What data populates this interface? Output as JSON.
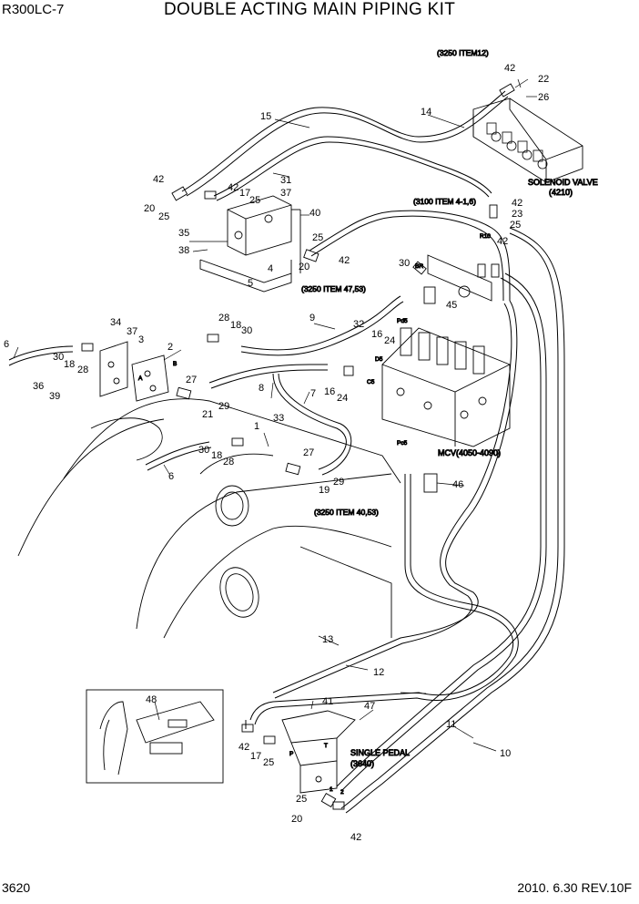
{
  "header": {
    "model": "R300LC-7",
    "title": "DOUBLE ACTING MAIN PIPING KIT"
  },
  "footer": {
    "page_number": "3620",
    "revision": "2010. 6.30  REV.10F"
  },
  "references": {
    "ref_3250_item12": "(3250 ITEM12)",
    "ref_3100_item4_1_6": "(3100 ITEM 4-1,6)",
    "ref_3250_item47_53": "(3250 ITEM 47,53)",
    "ref_3250_item40_53": "(3250 ITEM 40,53)"
  },
  "components": {
    "solenoid_valve": "SOLENOID VALVE",
    "solenoid_valve_no": "(4210)",
    "mcv": "MCV(4050-4090)",
    "single_pedal": "SINGLE PEDAL",
    "single_pedal_no": "(3640)"
  },
  "ports": {
    "r10": "R10",
    "br": "BR",
    "pd5": "Pd5",
    "d5": "D5",
    "c5": "C5",
    "pc5": "Pc5",
    "a": "A",
    "b": "B",
    "p": "P",
    "t": "T",
    "one": "1",
    "two": "2"
  },
  "part_labels": {
    "p1": "1",
    "p2": "2",
    "p3": "3",
    "p5": "5",
    "p6a": "6",
    "p6b": "6",
    "p7": "7",
    "p8": "8",
    "p9": "9",
    "p10": "10",
    "p11": "11",
    "p12": "12",
    "p13": "13",
    "p14": "14",
    "p15": "15",
    "p16a": "16",
    "p16b": "16",
    "p17a": "17",
    "p17b": "17",
    "p18a": "18",
    "p18b": "18",
    "p18c": "18",
    "p19": "19",
    "p20a": "20",
    "p20b": "20",
    "p20c": "20",
    "p21": "21",
    "p22": "22",
    "p23": "23",
    "p24a": "24",
    "p24b": "24",
    "p25a": "25",
    "p25b": "25",
    "p25c": "25",
    "p25d": "25",
    "p25e": "25",
    "p26": "26",
    "p27a": "27",
    "p27b": "27",
    "p28a": "28",
    "p28b": "28",
    "p28c": "28",
    "p29a": "29",
    "p29b": "29",
    "p30a": "30",
    "p30b": "30",
    "p30c": "30",
    "p30d": "30",
    "p31": "31",
    "p32": "32",
    "p33": "33",
    "p34": "34",
    "p35": "35",
    "p36": "36",
    "p37a": "37",
    "p37b": "37",
    "p38": "38",
    "p39": "39",
    "p40": "40",
    "p41": "41",
    "p42a": "42",
    "p42b": "42",
    "p42c": "42",
    "p42d": "42",
    "p42e": "42",
    "p42f": "42",
    "p42g": "42",
    "p42h": "42",
    "p45": "45",
    "p46": "46",
    "p47": "47",
    "p48": "48",
    "p4": "4"
  }
}
